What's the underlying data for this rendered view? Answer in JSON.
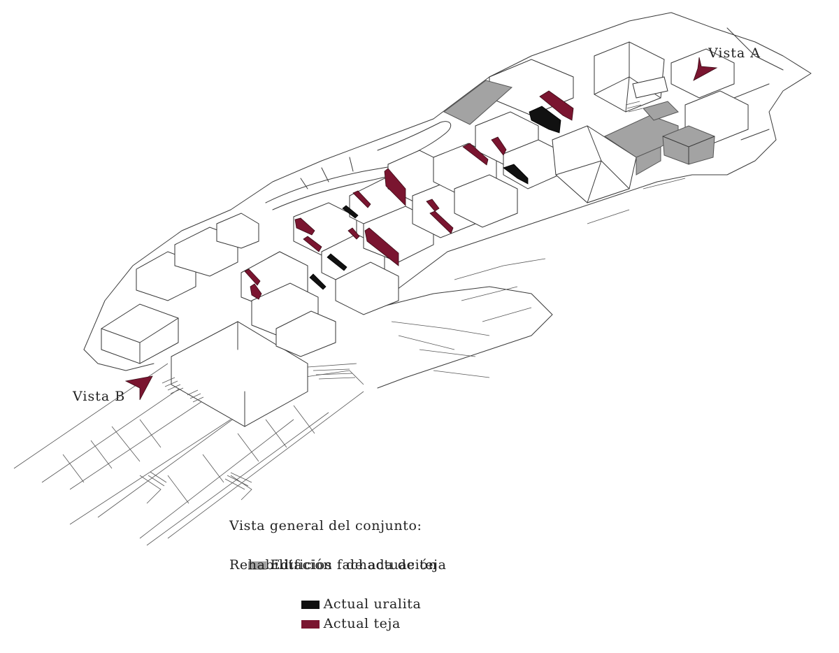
{
  "diagram": {
    "view_labels": {
      "vista_a": "Vista A",
      "vista_b": "Vista B"
    },
    "legend": {
      "title": "Vista general del conjunto:",
      "items": [
        {
          "label": "Edificios   de actuación",
          "color": "#a3a3a3"
        },
        {
          "label": "Rehabilitación fachada de teja",
          "color": ""
        },
        {
          "label": "Actual uralita",
          "color": "#111111"
        },
        {
          "label": "Actual teja",
          "color": "#7a1530"
        }
      ]
    },
    "colors": {
      "intervention_buildings": "#a3a3a3",
      "current_uralita": "#111111",
      "current_tile": "#7a1530",
      "linework": "#3a3a3a"
    }
  }
}
